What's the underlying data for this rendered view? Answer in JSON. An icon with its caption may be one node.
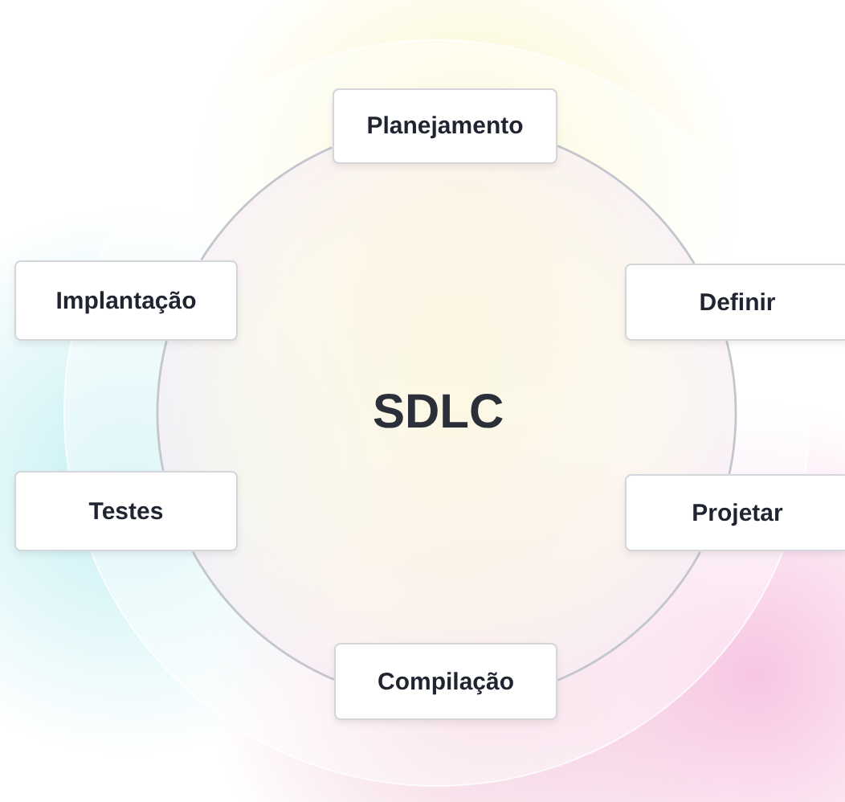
{
  "diagram": {
    "nodes": [
      {
        "text": [
          "Planejamento"
        ]
      },
      {
        "text": [
          "Definir"
        ]
      },
      {
        "text": [
          "Projetar"
        ]
      },
      {
        "text": [
          "Compilação"
        ]
      },
      {
        "text": [
          "Testes"
        ]
      },
      {
        "text": [
          "Implantação"
        ]
      }
    ],
    "edges": [
      {
        "from": 0,
        "to": 1,
        "arrow": "none"
      },
      {
        "from": 1,
        "to": 2,
        "arrow": "none"
      },
      {
        "from": 2,
        "to": 3,
        "arrow": "none"
      },
      {
        "from": 3,
        "to": 4,
        "arrow": "none"
      },
      {
        "from": 4,
        "to": 5,
        "arrow": "none"
      },
      {
        "from": 5,
        "to": 0,
        "arrow": "none"
      }
    ],
    "labels": [
      "SDLC"
    ]
  }
}
